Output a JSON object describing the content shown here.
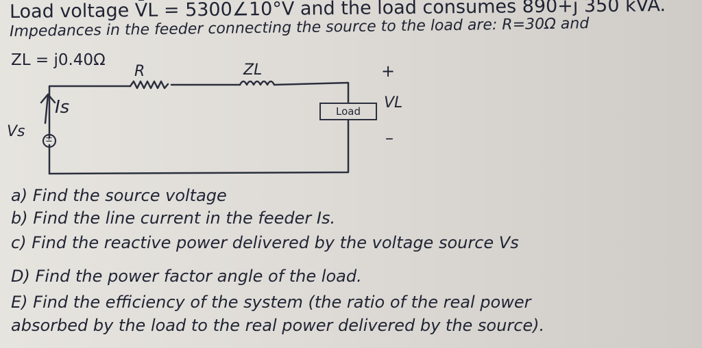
{
  "problem": {
    "line1": "Load voltage V̄L = 5300∠10°V and the load consumes 890+j 350 kVA.",
    "line2": "Impedances in the feeder connecting the source to the load are: R=30Ω and",
    "line3": "ZL = j0.40Ω"
  },
  "circuit": {
    "resistor_label": "R",
    "impedance_label": "ZL",
    "current_label": "Is",
    "source_label": "Vs",
    "source_symbol": "±",
    "load_label": "Load",
    "vl_label": "VL",
    "plus": "+",
    "minus": "–"
  },
  "questions": {
    "a": "a) Find the source voltage",
    "b": "b) Find the line current in the feeder Is.",
    "c": "c) Find the reactive power delivered by the voltage source Vs",
    "d": "D) Find the power factor angle of the load.",
    "e": "E) Find the efficiency of the system (the ratio of the real power",
    "e_cont": "absorbed by the load to the real power delivered by the source)."
  }
}
